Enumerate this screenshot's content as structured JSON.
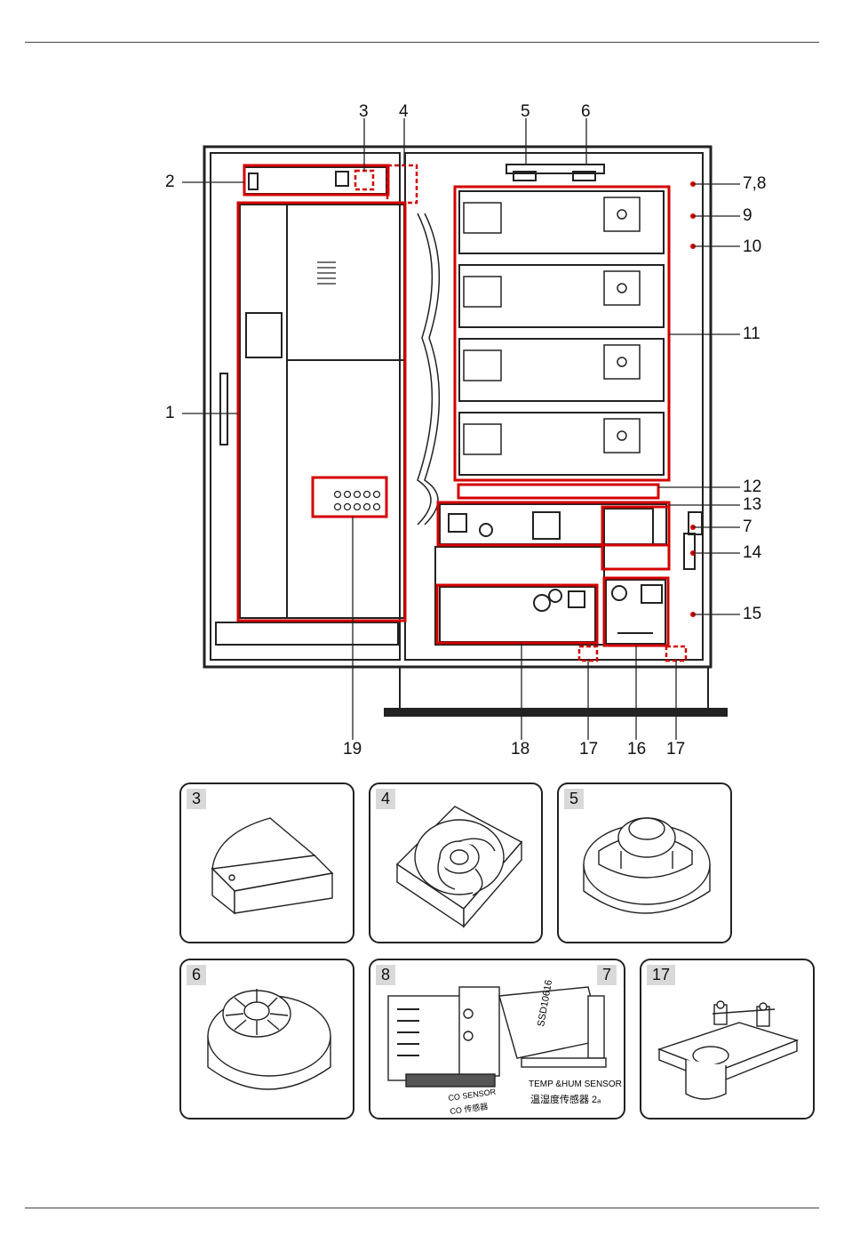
{
  "callouts": {
    "c1": "1",
    "c2": "2",
    "c3": "3",
    "c4": "4",
    "c5": "5",
    "c6": "6",
    "c78": "7,8",
    "c9": "9",
    "c10": "10",
    "c11": "11",
    "c12": "12",
    "c13": "13",
    "c7": "7",
    "c14": "14",
    "c15": "15",
    "b19": "19",
    "b18": "18",
    "b17a": "17",
    "b16": "16",
    "b17b": "17"
  },
  "tiles": {
    "t3": "3",
    "t4": "4",
    "t5": "5",
    "t6": "6",
    "t8": "8",
    "t7": "7",
    "t17": "17"
  },
  "sensor_text": {
    "serial": "SSD10616",
    "temp_en": "TEMP &HUM  SENSOR  2ₐ",
    "temp_cn": "温湿度传感器  2ₐ",
    "co_en": "CO  SENSOR",
    "co_cn": "CO  传感器"
  },
  "colors": {
    "highlight": "#d40000",
    "line": "#222222"
  }
}
